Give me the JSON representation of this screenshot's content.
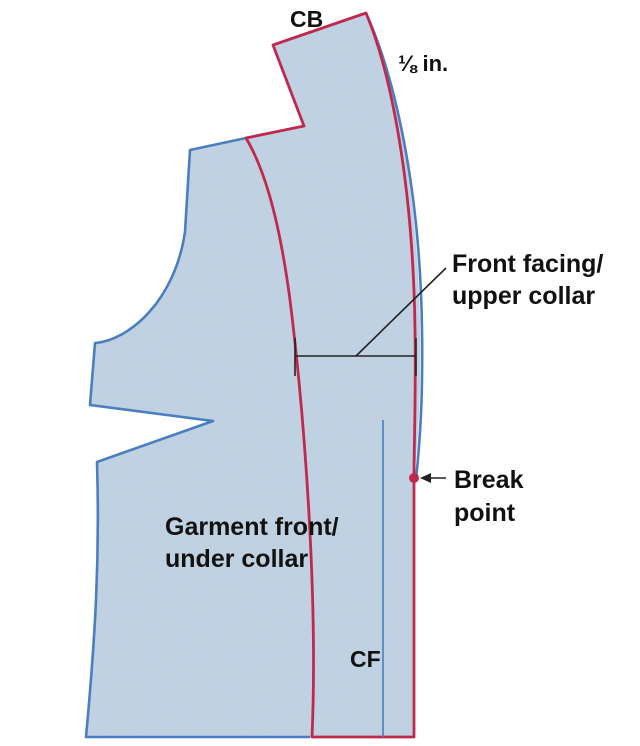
{
  "diagram": {
    "labels": {
      "cb": "CB",
      "eighth_in": "⅛ in.",
      "front_facing_line1": "Front facing/",
      "front_facing_line2": "upper collar",
      "break_point_line1": "Break",
      "break_point_line2": "point",
      "garment_front_line1": "Garment front/",
      "garment_front_line2": "under collar",
      "cf": "CF"
    },
    "colors": {
      "fabric": "#bccfe0",
      "fabric_speckle": "#a6bed6",
      "garment_outline": "#4a7ec0",
      "facing_outline": "#c0294c",
      "break_point_dot": "#c0294c",
      "leader": "#222222",
      "cf_line": "#4a7ec0"
    }
  }
}
